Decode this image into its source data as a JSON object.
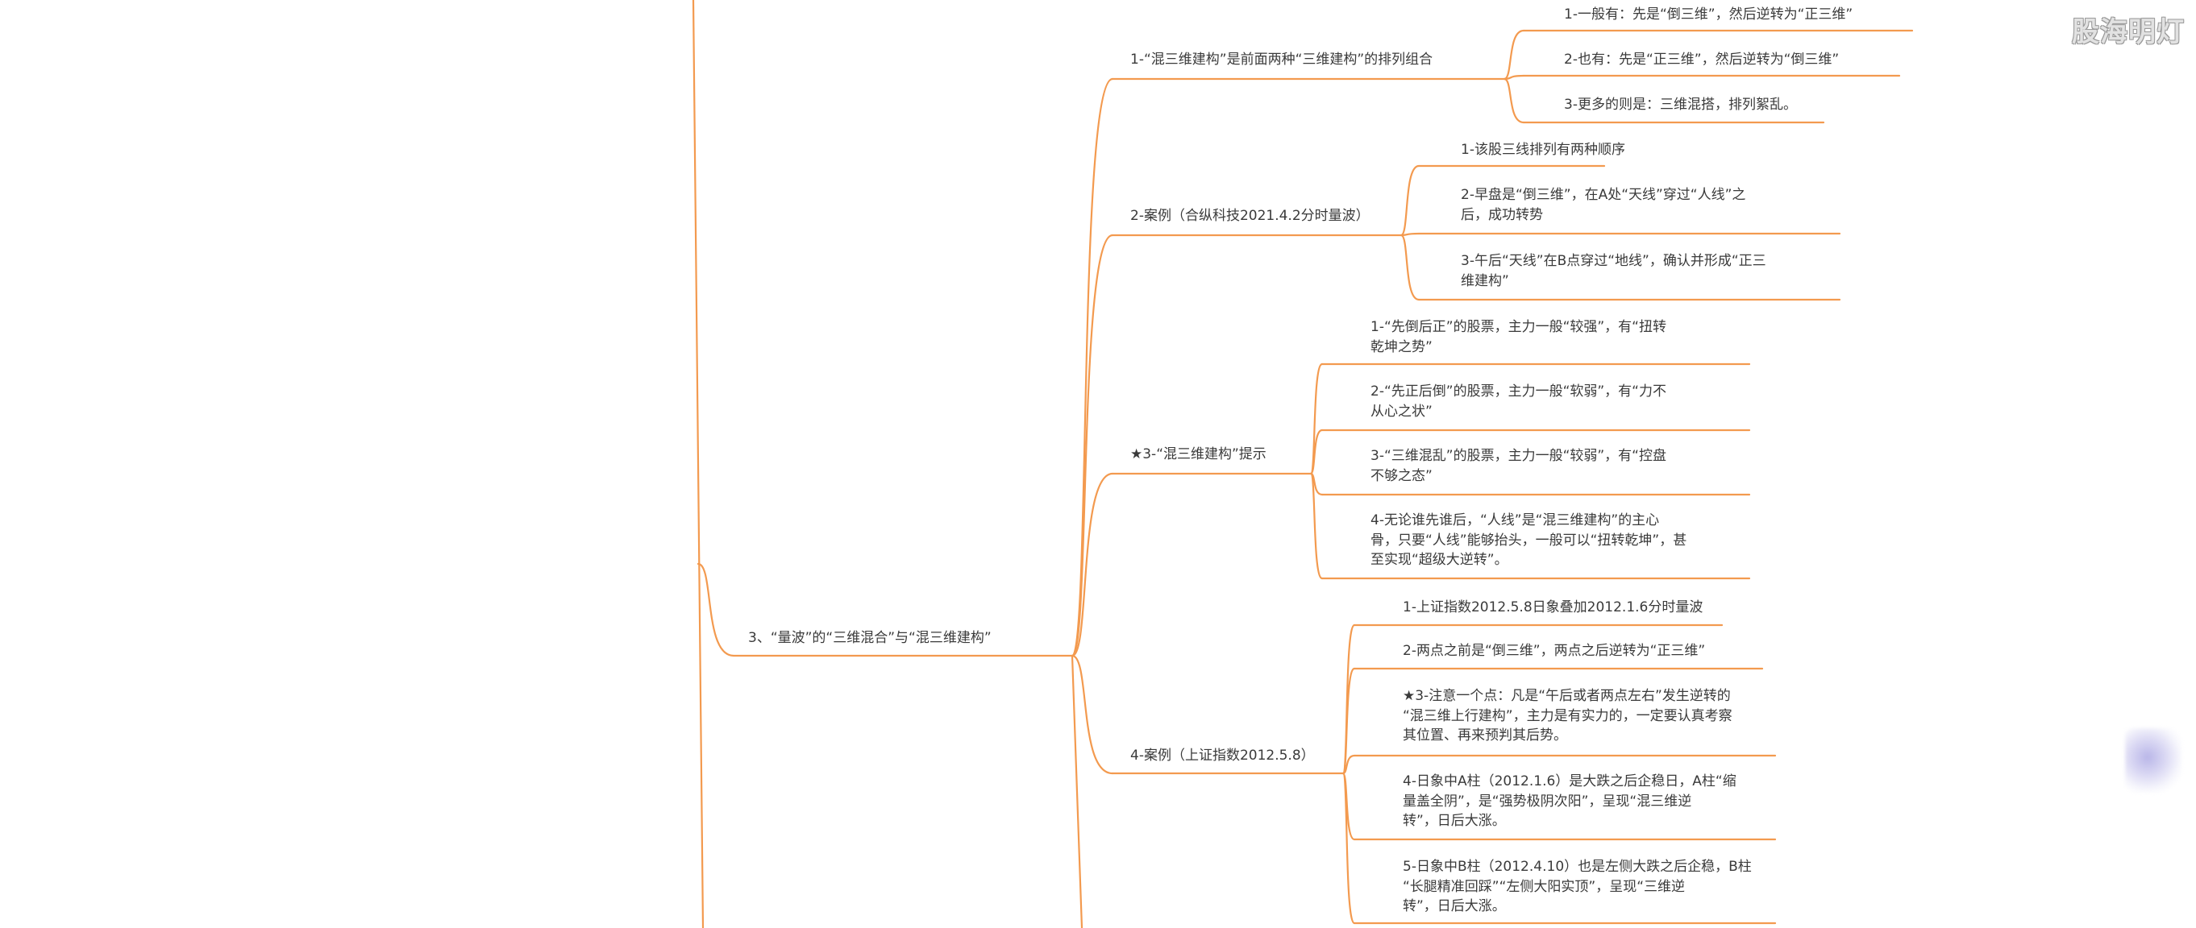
{
  "watermark": "股海明灯",
  "colors": {
    "edge": "#f39a4f",
    "text": "#3a3a3a"
  },
  "root": {
    "label": "3、“量波”的“三维混合”与“混三维建构”"
  },
  "branches": [
    {
      "label": "1-“混三维建构”是前面两种“三维建构”的排列组合",
      "children": [
        "1-一般有：先是“倒三维”，然后逆转为“正三维”",
        "2-也有：先是“正三维”，然后逆转为“倒三维”",
        "3-更多的则是：三维混搭，排列絮乱。"
      ]
    },
    {
      "label": "2-案例（合纵科技2021.4.2分时量波）",
      "children": [
        "1-该股三线排列有两种顺序",
        "2-早盘是“倒三维”，在A处“天线”穿过“人线”之\n后，成功转势",
        "3-午后“天线”在B点穿过“地线”，确认并形成“正三\n维建构”"
      ]
    },
    {
      "label": "★3-“混三维建构”提示",
      "children": [
        "1-“先倒后正”的股票，主力一般“较强”，有“扭转\n乾坤之势”",
        "2-“先正后倒”的股票，主力一般“软弱”，有“力不\n从心之状”",
        "3-“三维混乱”的股票，主力一般“较弱”，有“控盘\n不够之态”",
        "4-无论谁先谁后，“人线”是“混三维建构”的主心\n骨，只要“人线”能够抬头，一般可以“扭转乾坤”，甚\n至实现“超级大逆转”。"
      ]
    },
    {
      "label": "4-案例（上证指数2012.5.8）",
      "children": [
        "1-上证指数2012.5.8日象叠加2012.1.6分时量波",
        "2-两点之前是“倒三维”，两点之后逆转为“正三维”",
        "★3-注意一个点：凡是“午后或者两点左右”发生逆转的\n“混三维上行建构”，主力是有实力的，一定要认真考察\n其位置、再来预判其后势。",
        "4-日象中A柱（2012.1.6）是大跌之后企稳日，A柱“缩\n量盖全阴”，是“强势极阴次阳”，呈现“混三维逆\n转”，日后大涨。",
        "5-日象中B柱（2012.4.10）也是左侧大跌之后企稳，B柱\n“长腿精准回踩”“左侧大阳实顶”，呈现“三维逆\n转”，日后大涨。"
      ]
    }
  ]
}
